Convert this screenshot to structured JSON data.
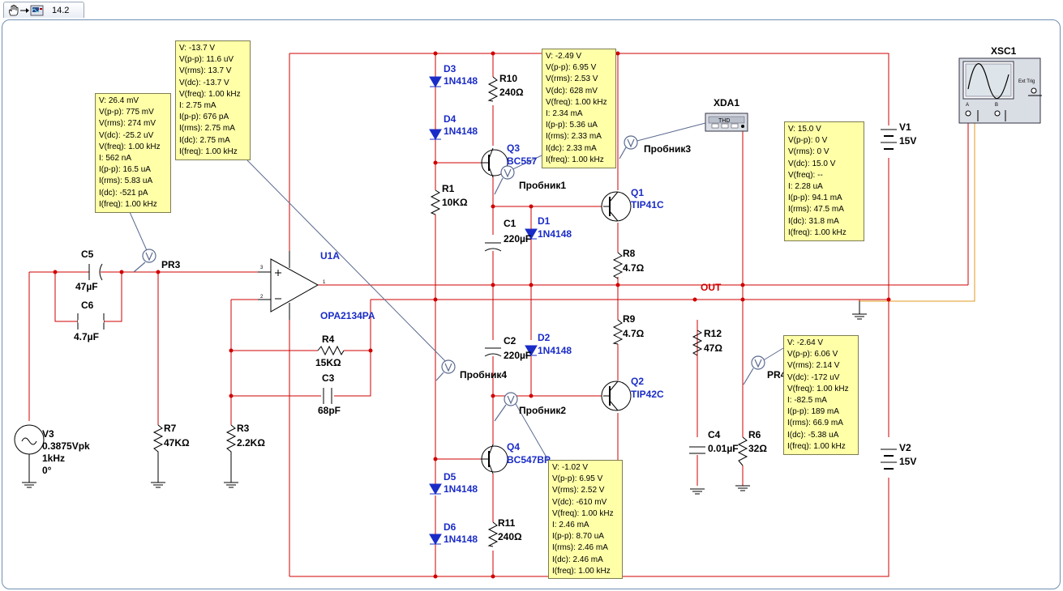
{
  "tab": {
    "label": "14.2",
    "icons": [
      "hand-icon",
      "arrow-icon",
      "instrument-icon"
    ]
  },
  "colors": {
    "wire": "#d00000",
    "blue": "#1a2cc8",
    "probe_bg": "#ffffa8",
    "frame": "#6f8fb2"
  },
  "labels": {
    "v3": [
      "V3",
      "0.3875Vpk",
      "1kHz",
      "0°"
    ],
    "c5": [
      "C5",
      "47µF"
    ],
    "c6": [
      "C6",
      "4.7µF"
    ],
    "pr3": "PR3",
    "r7": [
      "R7",
      "47KΩ"
    ],
    "r3": [
      "R3",
      "2.2KΩ"
    ],
    "u1a": "U1A",
    "opa": "OPA2134PA",
    "r4": [
      "R4",
      "15KΩ"
    ],
    "c3": [
      "C3",
      "68pF"
    ],
    "d3": [
      "D3",
      "1N4148"
    ],
    "d4": [
      "D4",
      "1N4148"
    ],
    "r10": [
      "R10",
      "240Ω"
    ],
    "q3": [
      "Q3",
      "BC557"
    ],
    "r1": [
      "R1",
      "10KΩ"
    ],
    "probe1": "Пробник1",
    "c1": [
      "C1",
      "220µF"
    ],
    "d1": [
      "D1",
      "1N4148"
    ],
    "q1": [
      "Q1",
      "TIP41C"
    ],
    "r8": [
      "R8",
      "4.7Ω"
    ],
    "out": "OUT",
    "r9": [
      "R9",
      "4.7Ω"
    ],
    "c2": [
      "C2",
      "220µF"
    ],
    "d2": [
      "D2",
      "1N4148"
    ],
    "probe4": "Пробник4",
    "probe2": "Пробник2",
    "q2": [
      "Q2",
      "TIP42C"
    ],
    "q4": [
      "Q4",
      "BC547BP"
    ],
    "d5": [
      "D5",
      "1N4148"
    ],
    "d6": [
      "D6",
      "1N4148"
    ],
    "r11": [
      "R11",
      "240Ω"
    ],
    "xda1": "XDA1",
    "thd": "THD",
    "probe3": "Пробник3",
    "v1": [
      "V1",
      "15V"
    ],
    "v2": [
      "V2",
      "15V"
    ],
    "r12": [
      "R12",
      "47Ω"
    ],
    "c4": [
      "C4",
      "0.01µF"
    ],
    "r6": [
      "R6",
      "32Ω"
    ],
    "pr4": "PR4",
    "xsc1": "XSC1",
    "xsc_a": "A",
    "xsc_b": "B",
    "xsc_ext": "Ext Trig",
    "pin3": "3",
    "pin2": "2",
    "pin1": "1"
  },
  "probes": {
    "pr3": [
      "V: 26.4 mV",
      "V(p-p): 775 mV",
      "V(rms): 274 mV",
      "V(dc): -25.2 uV",
      "V(freq): 1.00 kHz",
      "I: 562 nA",
      "I(p-p): 16.5 uA",
      "I(rms): 5.83 uA",
      "I(dc): -521 pA",
      "I(freq): 1.00 kHz"
    ],
    "probe4": [
      "V: -13.7 V",
      "V(p-p): 11.6 uV",
      "V(rms): 13.7 V",
      "V(dc): -13.7 V",
      "V(freq): 1.00 kHz",
      "I: 2.75 mA",
      "I(p-p): 676 pA",
      "I(rms): 2.75 mA",
      "I(dc): 2.75 mA",
      "I(freq): 1.00 kHz"
    ],
    "probe1": [
      "V: -2.49 V",
      "V(p-p): 6.95 V",
      "V(rms): 2.53 V",
      "V(dc): 628 mV",
      "V(freq): 1.00 kHz",
      "I: 2.34 mA",
      "I(p-p): 5.36 uA",
      "I(rms): 2.33 mA",
      "I(dc): 2.33 mA",
      "I(freq): 1.00 kHz"
    ],
    "probe3": [
      "V: 15.0 V",
      "V(p-p): 0 V",
      "V(rms): 0 V",
      "V(dc): 15.0 V",
      "V(freq): --",
      "I: 2.28 uA",
      "I(p-p): 94.1 mA",
      "I(rms): 47.5 mA",
      "I(dc): 31.8 mA",
      "I(freq): 1.00 kHz"
    ],
    "pr4": [
      "V: -2.64 V",
      "V(p-p): 6.06 V",
      "V(rms): 2.14 V",
      "V(dc): -172 uV",
      "V(freq): 1.00 kHz",
      "I: -82.5 mA",
      "I(p-p): 189 mA",
      "I(rms): 66.9 mA",
      "I(dc): -5.38 uA",
      "I(freq): 1.00 kHz"
    ],
    "probe2": [
      "V: -1.02 V",
      "V(p-p): 6.95 V",
      "V(rms): 2.52 V",
      "V(dc): -610 mV",
      "V(freq): 1.00 kHz",
      "I: 2.46 mA",
      "I(p-p): 8.70 uA",
      "I(rms): 2.46 mA",
      "I(dc): 2.46 mA",
      "I(freq): 1.00 kHz"
    ]
  }
}
